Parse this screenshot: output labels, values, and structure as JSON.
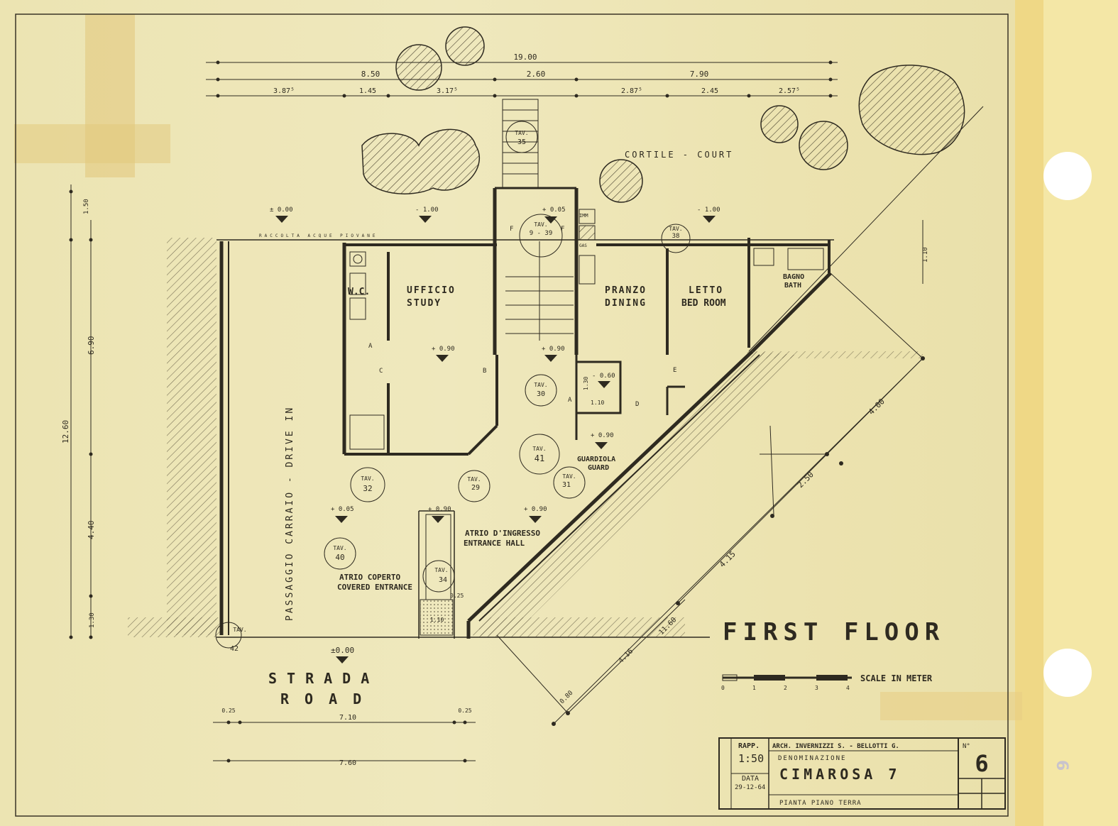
{
  "sheet_title": "FIRST FLOOR",
  "scale_label": "SCALE IN METER",
  "scale_ticks": [
    "0",
    "1",
    "2",
    "3",
    "4"
  ],
  "side_page_number": "6",
  "street": {
    "line1": "STRADA",
    "line2": "ROAD",
    "level": "±0.00"
  },
  "court": {
    "label": "CORTILE - COURT"
  },
  "drive": {
    "label": "PASSAGGIO CARRAIO - DRIVE IN"
  },
  "gutter": {
    "label": "RACCOLTA ACQUE PIOVANE"
  },
  "rooms": [
    {
      "line1": "W.C.",
      "line2": ""
    },
    {
      "line1": "UFFICIO",
      "line2": "STUDY"
    },
    {
      "line1": "PRANZO",
      "line2": "DINING"
    },
    {
      "line1": "LETTO",
      "line2": "BED ROOM"
    },
    {
      "line1": "BAGNO",
      "line2": "BATH"
    },
    {
      "line1": "GUARDIOLA",
      "line2": "GUARD"
    },
    {
      "line1": "ATRIO D'INGRESSO",
      "line2": "ENTRANCE HALL"
    },
    {
      "line1": "ATRIO COPERTO",
      "line2": "COVERED ENTRANCE"
    }
  ],
  "levels": [
    "± 0.00",
    "- 1.00",
    "+ 0.05",
    "- 1.00",
    "+ 0.90",
    "+ 0.90",
    "- 0.60",
    "+ 0.90",
    "+ 0.05",
    "+ 0.90",
    "+ 0.90",
    "± 0.00"
  ],
  "tav_markers": [
    {
      "top": "TAV.",
      "num": "35"
    },
    {
      "top": "TAV.",
      "num": "9 - 39"
    },
    {
      "top": "TAV.",
      "num": "38"
    },
    {
      "top": "TAV.",
      "num": "30"
    },
    {
      "top": "TAV.",
      "num": "41"
    },
    {
      "top": "TAV.",
      "num": "32"
    },
    {
      "top": "TAV.",
      "num": "29"
    },
    {
      "top": "TAV.",
      "num": "31"
    },
    {
      "top": "TAV.",
      "num": "40"
    },
    {
      "top": "TAV.",
      "num": "34"
    },
    {
      "top": "TAV.",
      "num": "42"
    }
  ],
  "dims_top": {
    "total": "19.00",
    "row2": [
      "8.50",
      "2.60",
      "7.90"
    ],
    "row3": [
      "3.87⁵",
      "1.45",
      "3.17⁵",
      "2.87⁵",
      "2.45",
      "2.57⁵"
    ]
  },
  "dims_left": {
    "outer": "12.60",
    "parts": [
      "1.50",
      "6.90",
      "4.40",
      "1.30"
    ]
  },
  "dims_right": {
    "small": "1.10"
  },
  "dims_bottom": {
    "row1": [
      "0.25",
      "7.10",
      "0.25"
    ],
    "row2": "7.60"
  },
  "dims_diagonal": [
    "4.00",
    "2.50",
    "4.15",
    "11.60",
    "4.16",
    "0.80"
  ],
  "dims_misc": [
    "1.30",
    "1.10",
    "0.25",
    "1.10"
  ],
  "door_letters": [
    "A",
    "B",
    "C",
    "D",
    "E",
    "F",
    "F",
    "IMM",
    "GAS"
  ],
  "title_block": {
    "rapp_label": "RAPP.",
    "rapp_value": "1:50",
    "architects": "ARCH. INVERNIZZI S. - BELLOTTI G.",
    "denom_label": "DENOMINAZIONE",
    "project": "CIMAROSA 7",
    "data_label": "DATA",
    "date": "29-12-64",
    "plan": "PIANTA PIANO TERRA",
    "no_label": "N°",
    "sheet_no": "6"
  },
  "colors": {
    "paper": "#efe7b8",
    "ink": "#2e2a20",
    "tape": "#f4e7a6"
  }
}
